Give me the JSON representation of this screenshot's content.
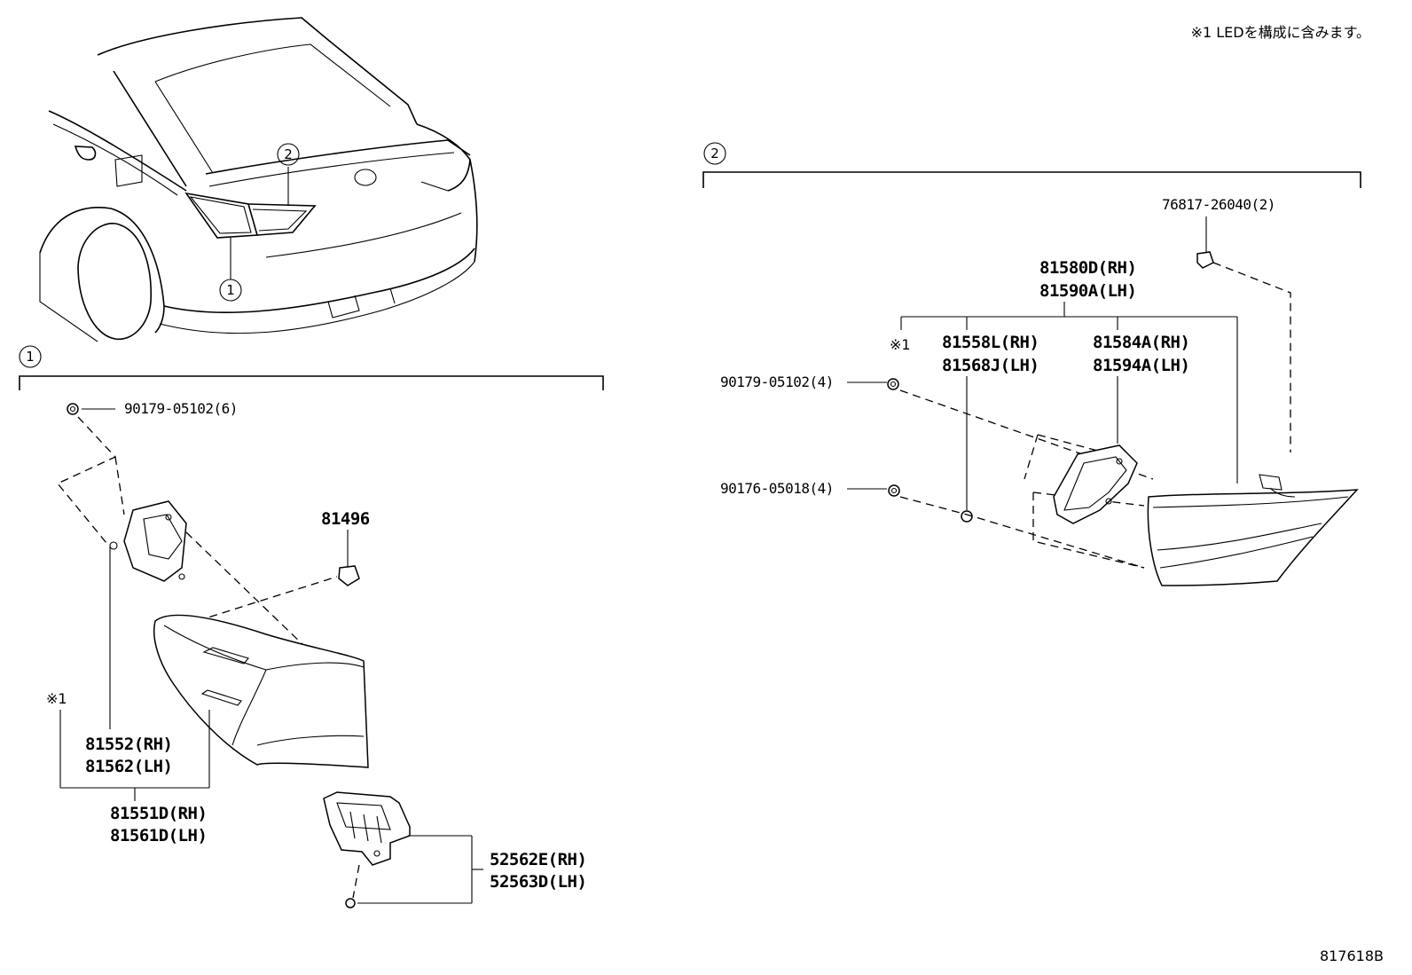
{
  "note": "※1 LEDを構成に含みます。",
  "diagram_code": "817618B",
  "callouts": {
    "c1": "1",
    "c2": "2"
  },
  "group1": {
    "label": "1",
    "parts": {
      "bolt_screw": "90179-05102(6)",
      "clip": "81496",
      "star_mark": "※1",
      "lamp_unit_rh": "81552(RH)",
      "lamp_unit_lh": "81562(LH)",
      "lamp_assy_rh": "81551D(RH)",
      "lamp_assy_lh": "81561D(LH)",
      "bracket_rh": "52562E(RH)",
      "bracket_lh": "52563D(LH)"
    }
  },
  "group2": {
    "label": "2",
    "parts": {
      "clip_top": "76817-26040(2)",
      "lamp_assy_rh": "81580D(RH)",
      "lamp_assy_lh": "81590A(LH)",
      "star_mark": "※1",
      "lens_rh": "81558L(RH)",
      "lens_lh": "81568J(LH)",
      "gasket_rh": "81584A(RH)",
      "gasket_lh": "81594A(LH)",
      "screw_a": "90179-05102(4)",
      "nut_b": "90176-05018(4)"
    }
  }
}
